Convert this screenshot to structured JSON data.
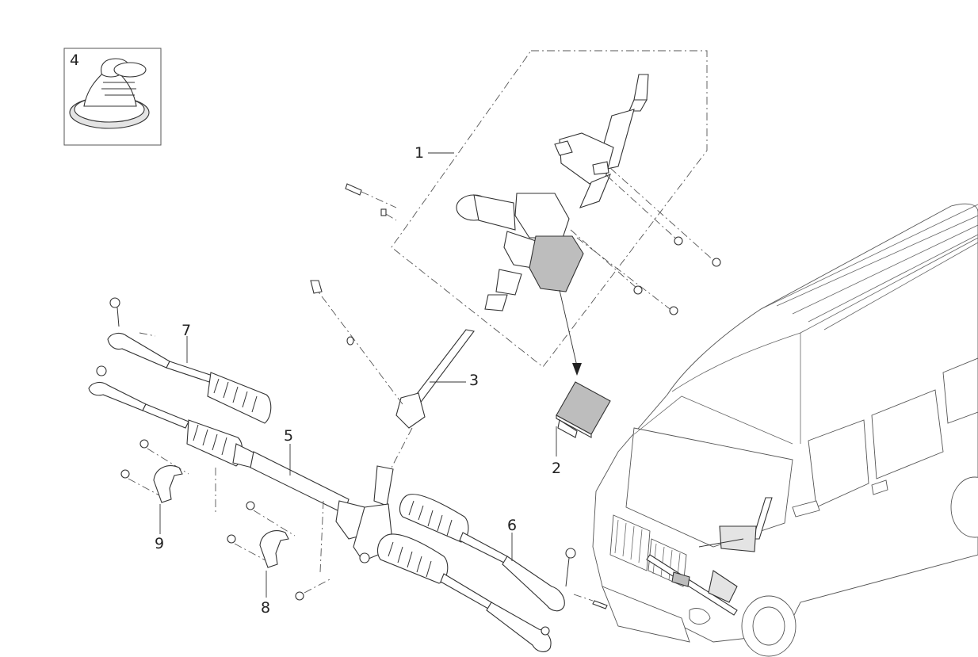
{
  "callouts": {
    "c1": "1",
    "c2": "2",
    "c3": "3",
    "c4": "4",
    "c5": "5",
    "c6": "6",
    "c7": "7",
    "c8": "8",
    "c9": "9"
  },
  "colors": {
    "line": "#333333",
    "ecu_fill": "#bdbdbd",
    "background": "#ffffff"
  }
}
